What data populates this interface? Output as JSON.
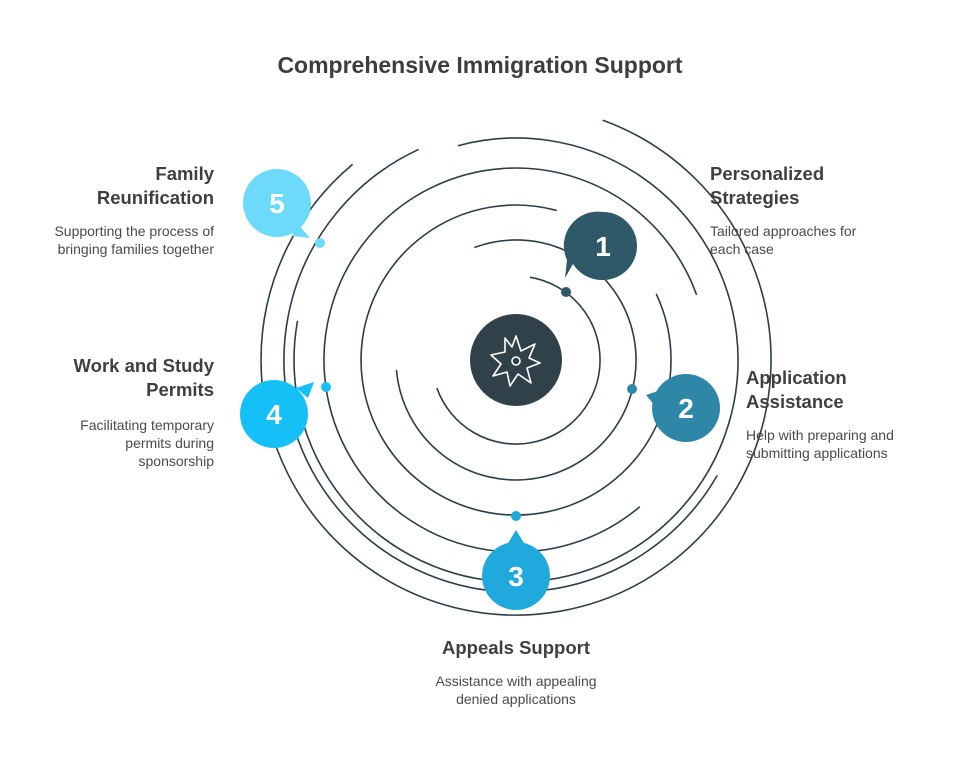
{
  "title": "Comprehensive Immigration Support",
  "center_icon": "compass-star-icon",
  "steps": [
    {
      "number": "1",
      "heading_line1": "Personalized",
      "heading_line2": "Strategies",
      "desc_line1": "Tailored approaches for",
      "desc_line2": "each case",
      "color": "#2f5968"
    },
    {
      "number": "2",
      "heading_line1": "Application",
      "heading_line2": "Assistance",
      "desc_line1": "Help with preparing and",
      "desc_line2": "submitting applications",
      "color": "#2e87a6"
    },
    {
      "number": "3",
      "heading": "Appeals Support",
      "desc_line1": "Assistance with appealing",
      "desc_line2": "denied applications",
      "color": "#1fa9dc"
    },
    {
      "number": "4",
      "heading_line1": "Work and Study",
      "heading_line2": "Permits",
      "desc_line1": "Facilitating temporary",
      "desc_line2": "permits during",
      "desc_line3": "sponsorship",
      "color": "#15c0f7"
    },
    {
      "number": "5",
      "heading_line1": "Family",
      "heading_line2": "Reunification",
      "desc_line1": "Supporting the process of",
      "desc_line2": "bringing families together",
      "color": "#6dd9fb"
    }
  ],
  "colors": {
    "ring_stroke": "#2d3e47",
    "center_fill": "#31414a"
  }
}
